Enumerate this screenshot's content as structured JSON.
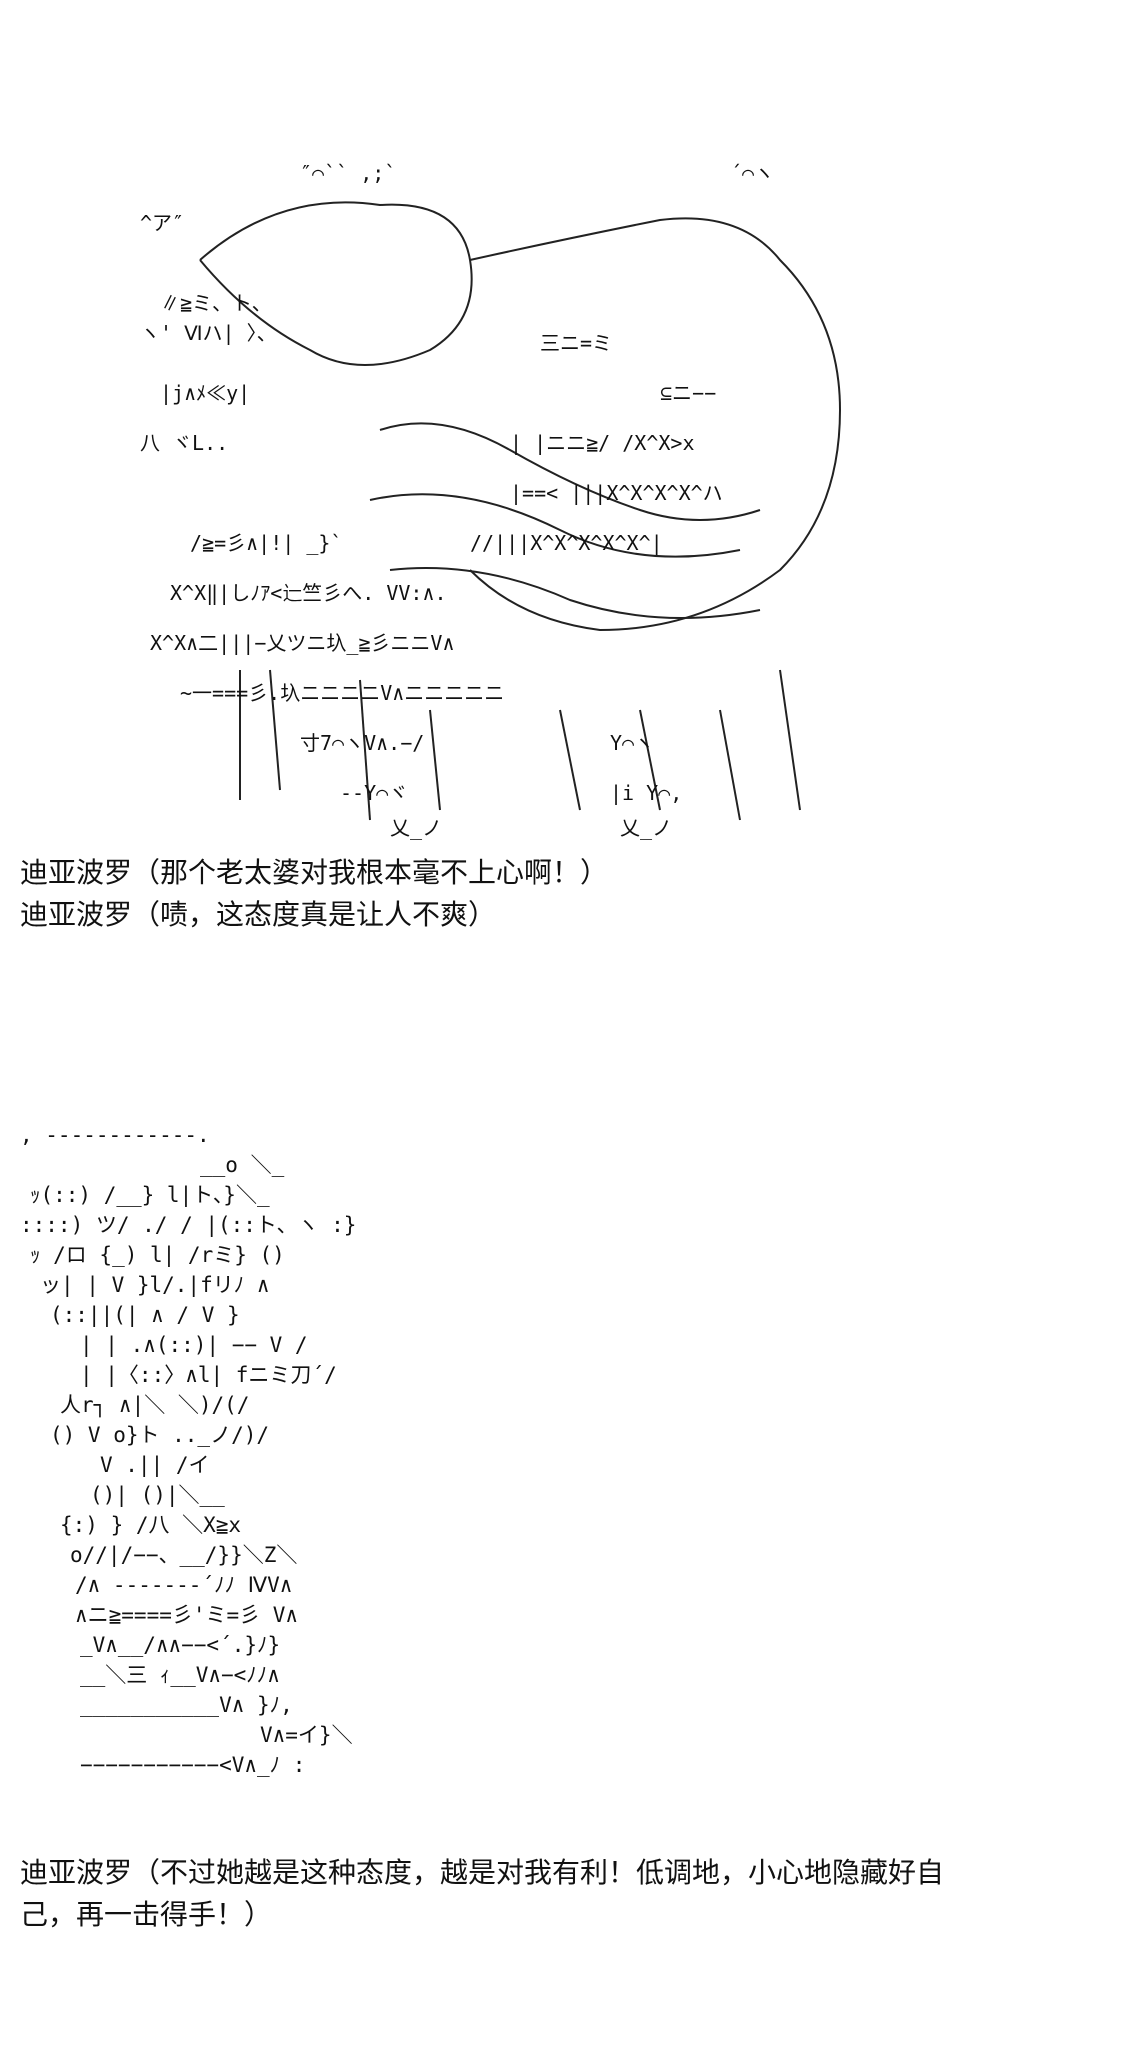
{
  "dialogue": [
    "迪亚波罗（那个老太婆对我根本毫不上心啊！）",
    "迪亚波罗（啧，这态度真是让人不爽）",
    "迪亚波罗（不过她越是这种态度，越是对我有利！低调地，小心地隐藏好自",
    "己，再一击得手！）"
  ]
}
